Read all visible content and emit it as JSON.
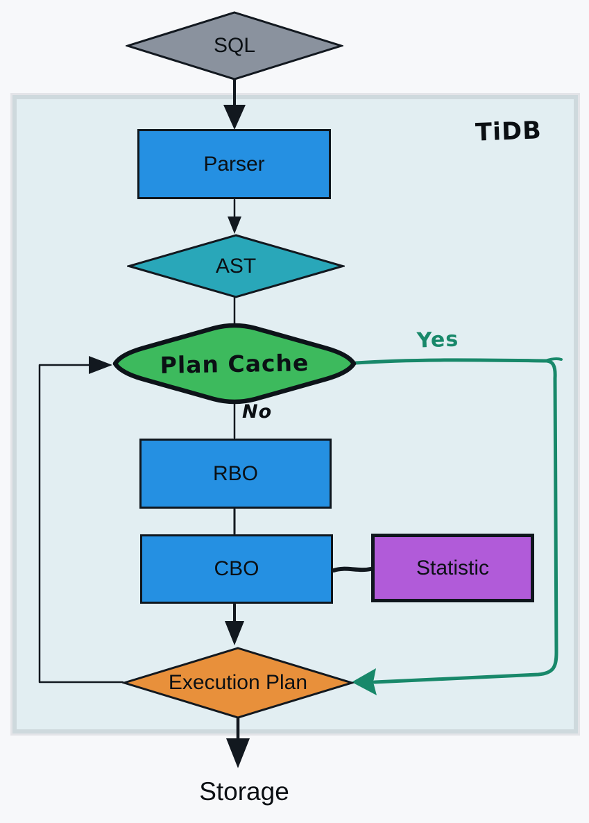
{
  "diagram": {
    "container": {
      "label": "TiDB"
    },
    "nodes": {
      "sql": {
        "label": "SQL",
        "shape": "diamond",
        "fill": "#8A929E"
      },
      "parser": {
        "label": "Parser",
        "shape": "rect",
        "fill": "#2590E2"
      },
      "ast": {
        "label": "AST",
        "shape": "diamond",
        "fill": "#29A7B9"
      },
      "plan_cache": {
        "label": "Plan Cache",
        "shape": "diamond",
        "fill": "#3DBA5D"
      },
      "rbo": {
        "label": "RBO",
        "shape": "rect",
        "fill": "#2590E2"
      },
      "cbo": {
        "label": "CBO",
        "shape": "rect",
        "fill": "#2590E2"
      },
      "statistic": {
        "label": "Statistic",
        "shape": "rect",
        "fill": "#B15BD9"
      },
      "execution_plan": {
        "label": "Execution Plan",
        "shape": "diamond",
        "fill": "#E8903B"
      },
      "storage": {
        "label": "Storage"
      }
    },
    "edge_labels": {
      "yes": "Yes",
      "no": "No"
    },
    "colors": {
      "edge": "#12181F",
      "yes_edge": "#18886A",
      "container_fill": "#E2EEF2",
      "container_border": "#CED9DD",
      "page_background": "#F7F8FA"
    }
  }
}
